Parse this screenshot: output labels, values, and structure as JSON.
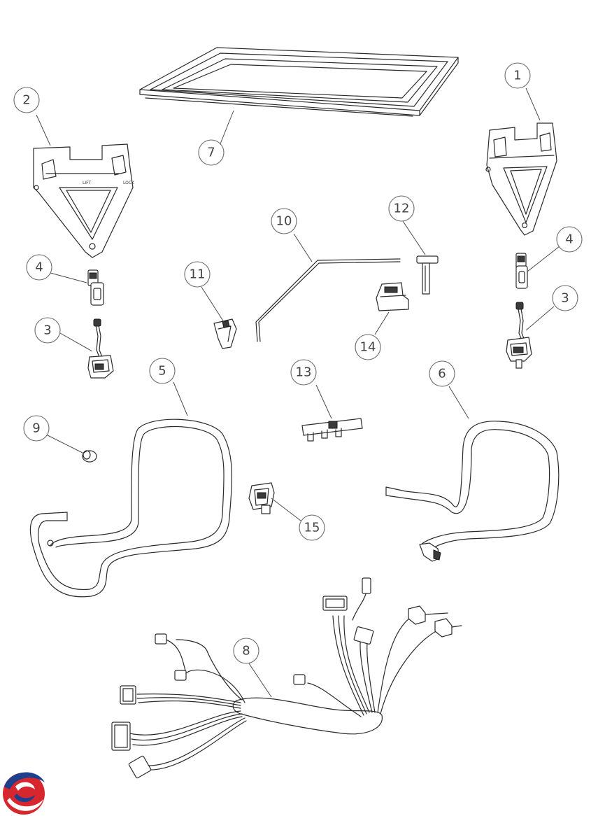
{
  "callouts": {
    "c1": "1",
    "c2": "2",
    "c3a": "3",
    "c3b": "3",
    "c4a": "4",
    "c4b": "4",
    "c5": "5",
    "c6": "6",
    "c7": "7",
    "c8": "8",
    "c9": "9",
    "c10": "10",
    "c11": "11",
    "c12": "12",
    "c13": "13",
    "c14": "14",
    "c15": "15"
  },
  "hinge_labels": {
    "left": "LIFT",
    "lock": "LOCK"
  },
  "colors": {
    "line": "#2a2a2a",
    "callout_stroke": "#6a6a6a",
    "logo_red": "#d7262e",
    "logo_blue": "#1d3f8c"
  },
  "logo": {
    "icon": "brand-logo-icon"
  }
}
